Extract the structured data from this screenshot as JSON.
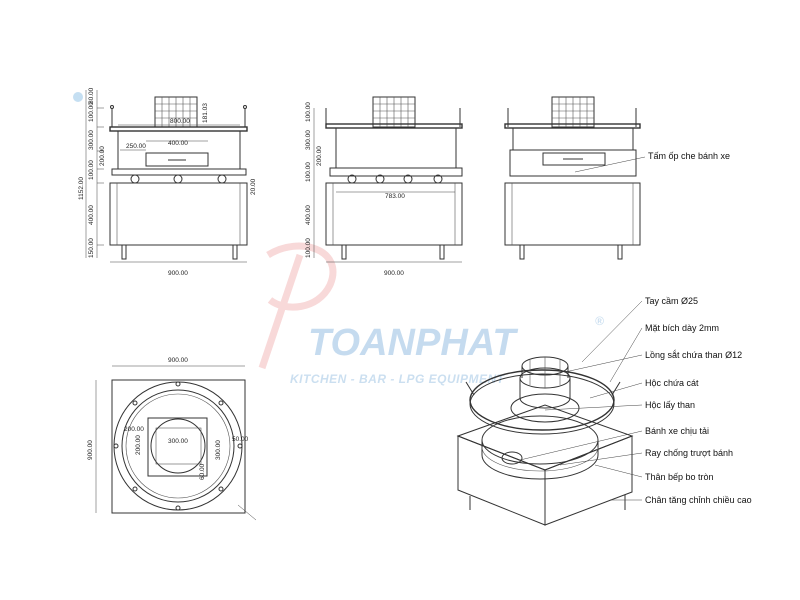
{
  "watermark": {
    "brand": "TOANPHAT",
    "registered": "®",
    "tagline": "KITCHEN - BAR - LPG EQUIPMENT"
  },
  "front_view": {
    "dims": {
      "d80": "80.00",
      "d100a": "100.00",
      "d300": "300.00",
      "d200": "200.00",
      "d100b": "100.00",
      "d1152": "1152.00",
      "d400": "400.00",
      "d150": "150.00",
      "d181": "181.03",
      "w800": "800.00",
      "w400": "400.00",
      "w250": "250.00",
      "w900": "900.00",
      "d20": "20.00"
    }
  },
  "side_view": {
    "dims": {
      "d100a": "100.00",
      "d300": "300.00",
      "d200": "200.00",
      "d100b": "100.00",
      "d400": "400.00",
      "d100c": "100.00",
      "w783": "783.00",
      "w900": "900.00"
    }
  },
  "back_view": {
    "label": "Tấm ốp che bánh xe"
  },
  "top_view": {
    "dims": {
      "w900": "900.00",
      "h900": "900.00",
      "d200": "200.00",
      "d300a": "300.00",
      "d300b": "300.00",
      "d50": "50.00",
      "d60": "60.00",
      "d200b": "200.00"
    }
  },
  "iso_view": {
    "callouts": [
      "Tay cầm Ø25",
      "Mặt bích dày 2mm",
      "Lồng sắt chứa than Ø12",
      "Hộc chứa cát",
      "Hộc lấy than",
      "Bánh xe chịu tải",
      "Ray chống trượt bánh",
      "Thân bếp bo tròn",
      "Chân tăng chỉnh chiều cao"
    ]
  }
}
